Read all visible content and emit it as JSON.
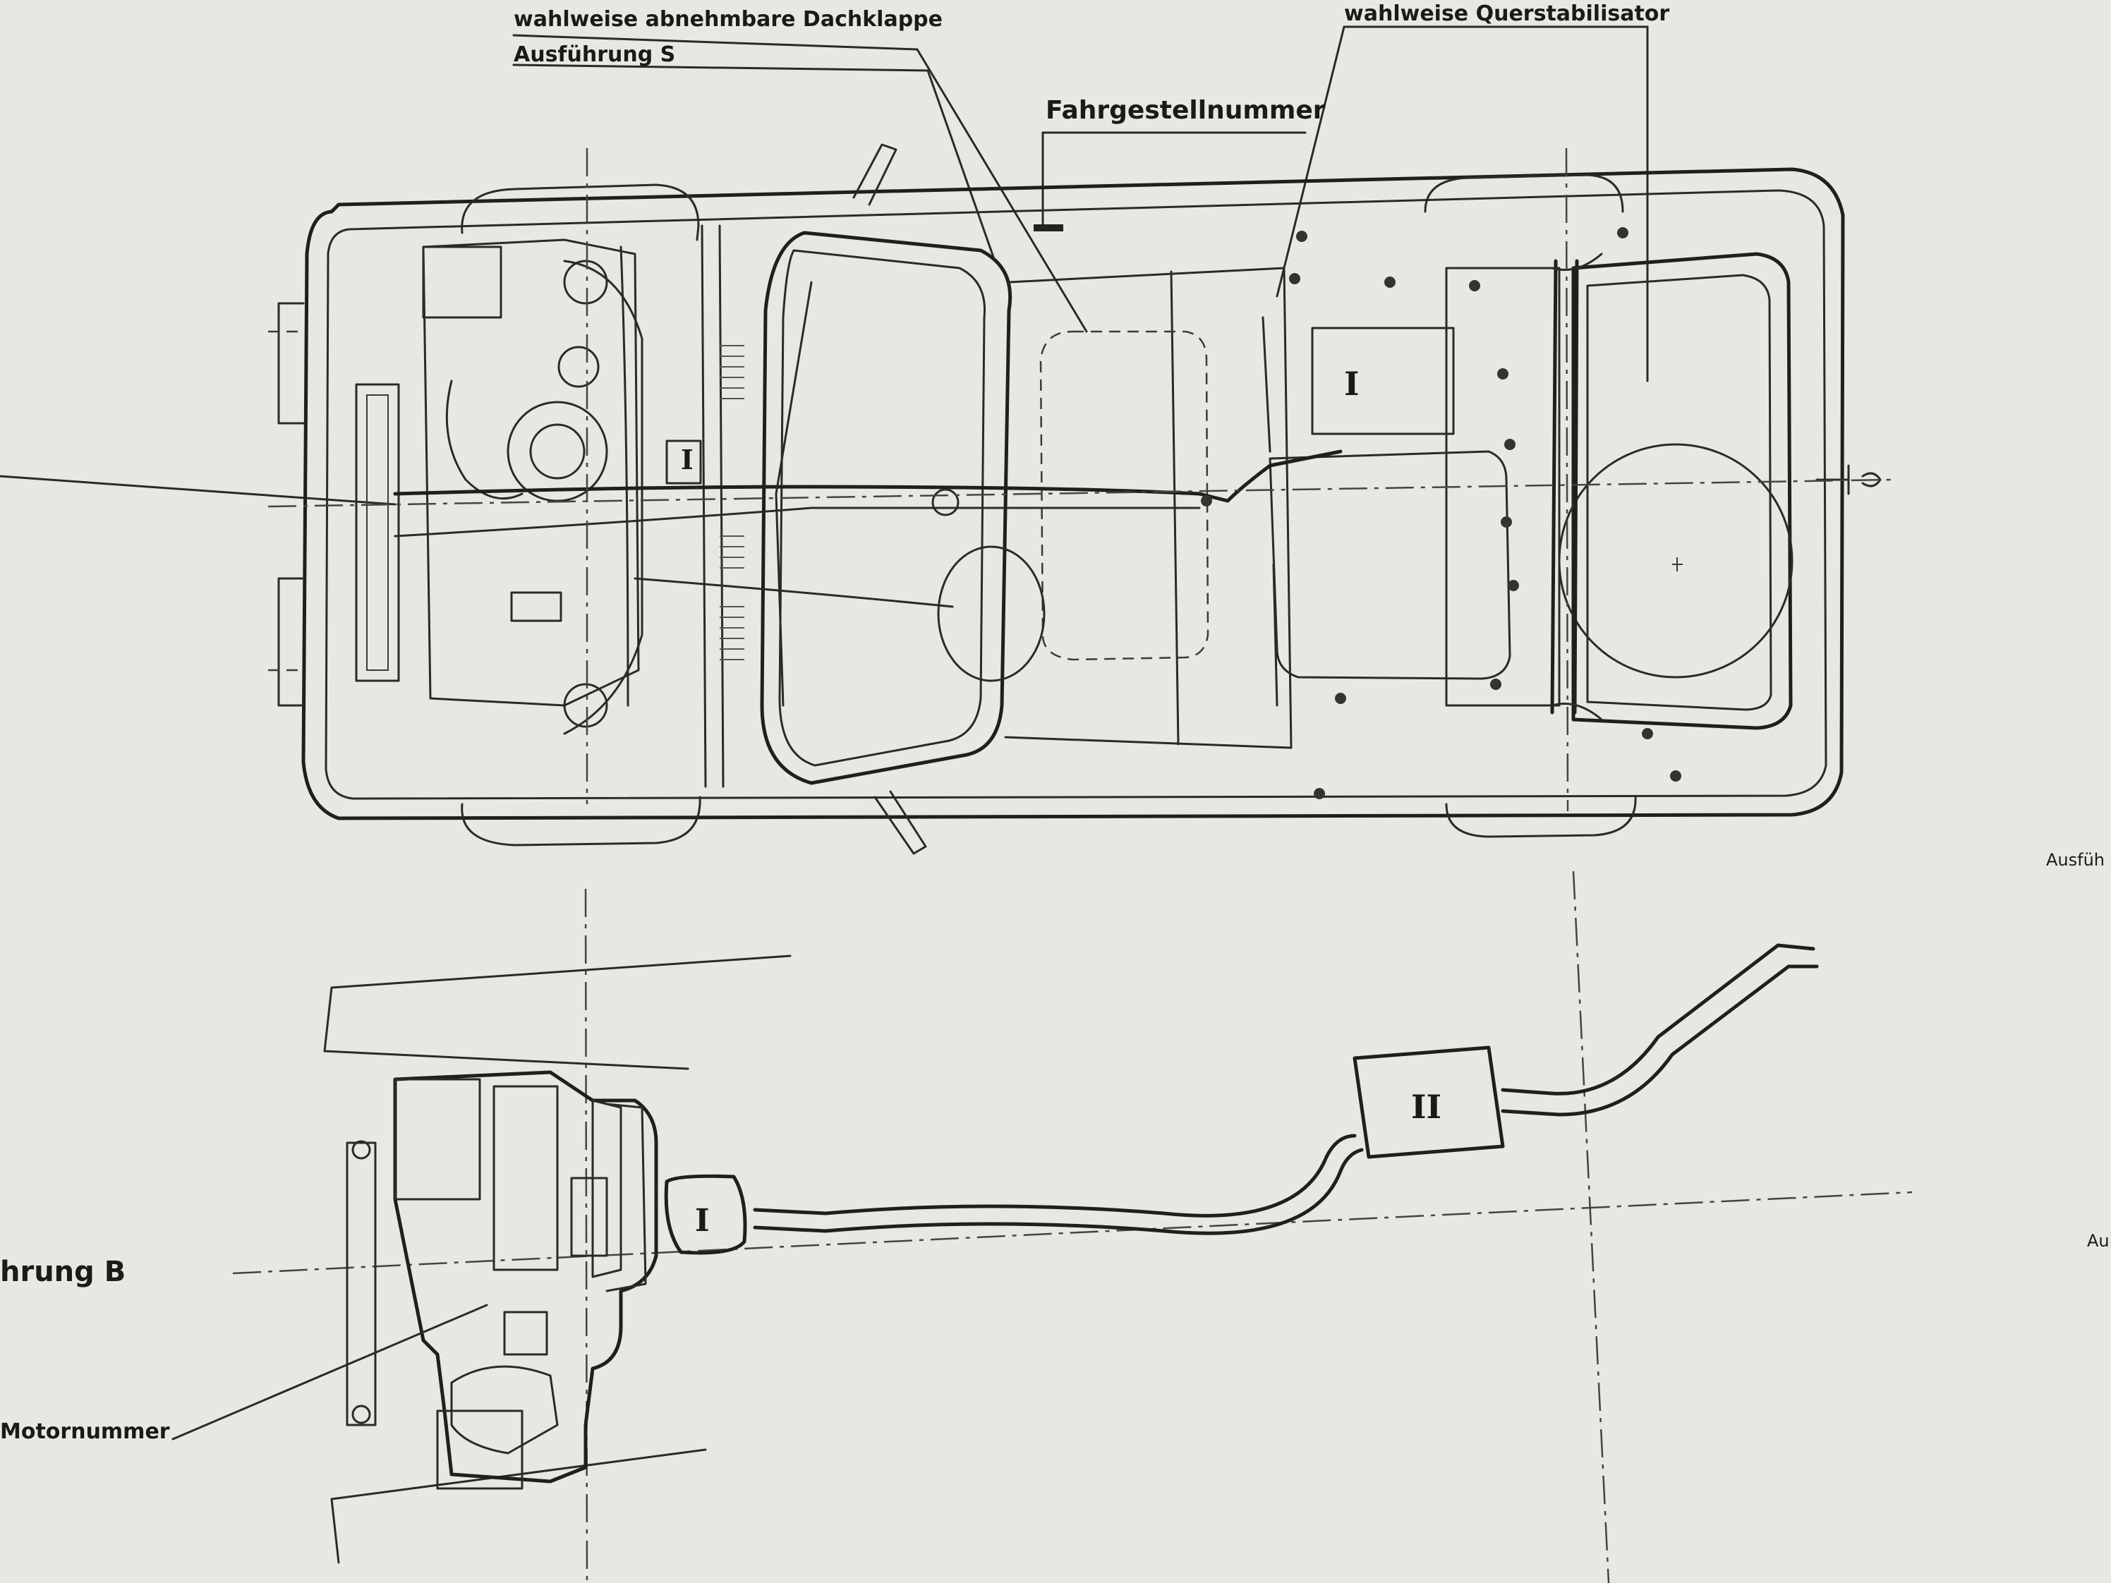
{
  "labels": {
    "roof_flap": "wahlweise abnehmbare Dachklappe",
    "version_s": "Ausführung S",
    "stabilizer": "wahlweise Querstabilisator",
    "chassis_number": "Fahrgestellnummer",
    "version_b": "hrung B",
    "engine_number": "Motornummer",
    "edge_right_1": "Ausfüh",
    "edge_right_2": "Au"
  },
  "markers": {
    "muffler_front": "I",
    "muffler_rear": "II",
    "tank": "I",
    "engine_tag": "I",
    "exhaust_front_box": "I",
    "exhaust_rear_box": "II"
  }
}
